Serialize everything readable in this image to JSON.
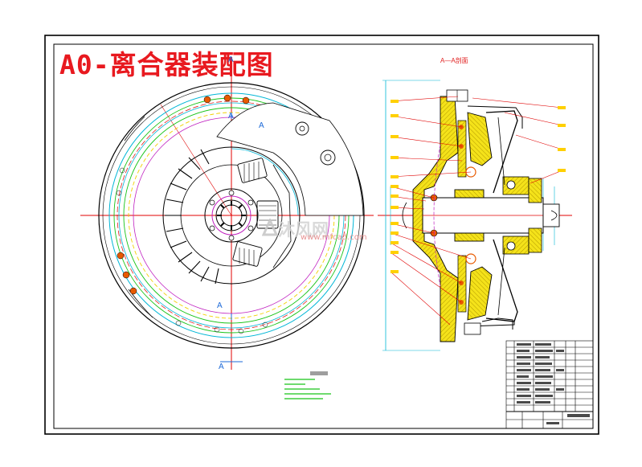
{
  "drawing": {
    "title": "A0-离合器装配图",
    "section_title": "A—A剖面",
    "view_labels": [
      "A",
      "A",
      "A",
      "A",
      "A"
    ]
  },
  "watermark": {
    "text": "沐风网",
    "url": "www.mfcad.com"
  },
  "colors": {
    "title_red": "#e8191f",
    "frame_black": "#000000",
    "outline_white": "#000000",
    "centerline_red": "#e00000",
    "dimension_cyan": "#00b6d6",
    "gear_green": "#18c418",
    "hatch_yellow": "#f2e000",
    "pitch_magenta": "#c020c0",
    "view_blue": "#1e6ad8",
    "bolt_orange": "#e85a00"
  },
  "icons": [
    "watermark-logo-icon"
  ]
}
